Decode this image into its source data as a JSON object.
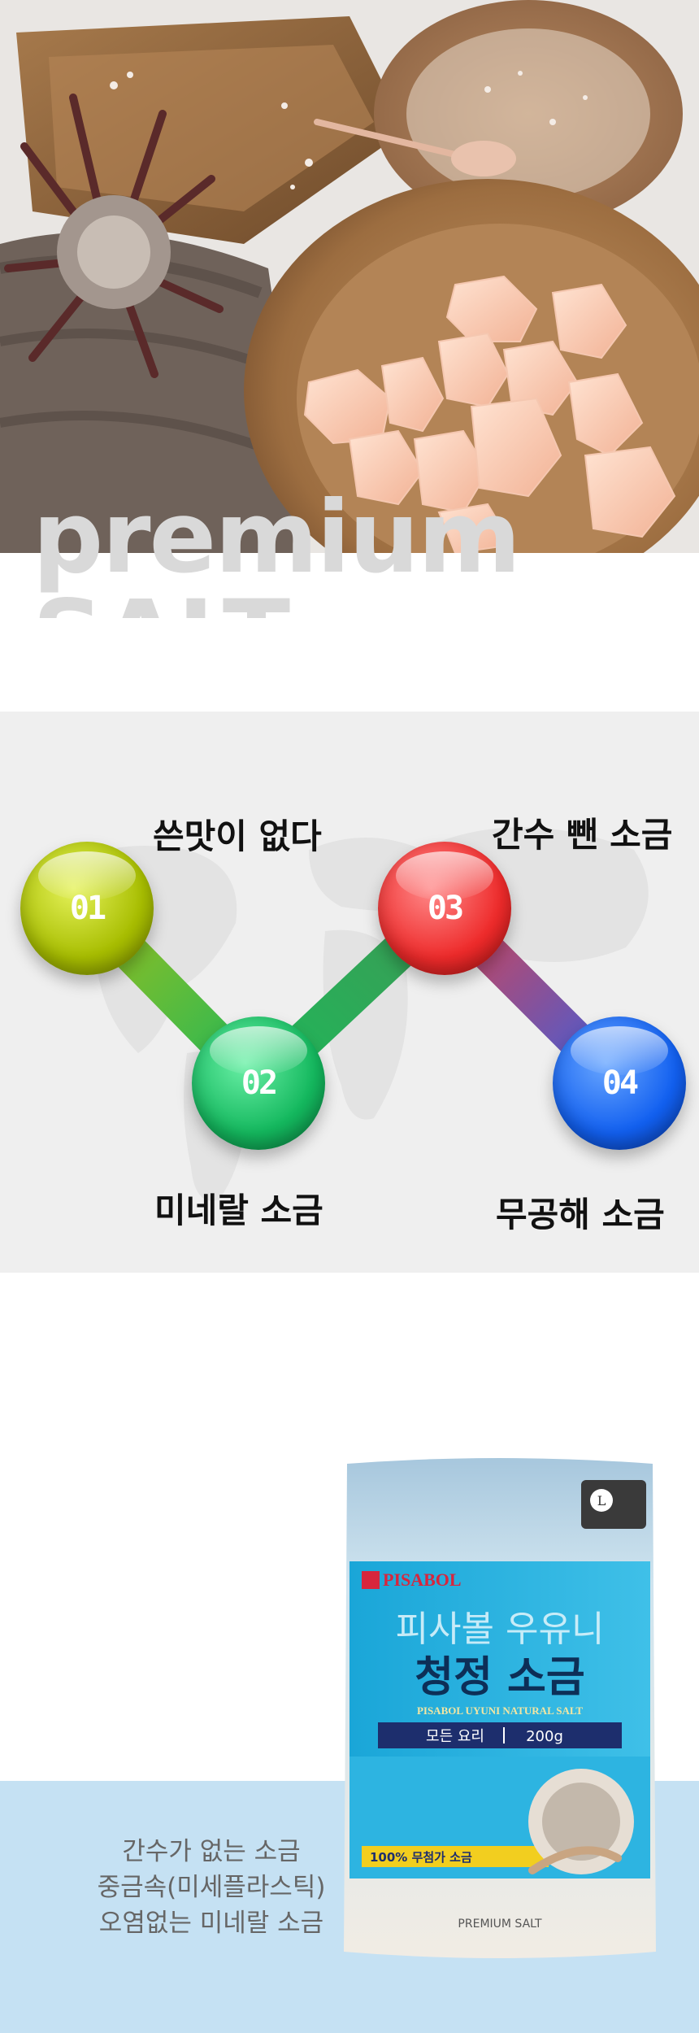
{
  "hero": {
    "title": "premium SALT"
  },
  "features": {
    "items": [
      {
        "number": "01",
        "label": "쓴맛이 없다",
        "color": "#a7bd00"
      },
      {
        "number": "02",
        "label": "미네랄 소금",
        "color": "#14b85e"
      },
      {
        "number": "03",
        "label": "간수 뺀 소금",
        "color": "#ee2b2b"
      },
      {
        "number": "04",
        "label": "무공해 소금",
        "color": "#1260f0"
      }
    ]
  },
  "product": {
    "lines": [
      "간수가 없는 소금",
      "중금속(미세플라스틱)",
      "오염없는 미네랄 소금"
    ],
    "package": {
      "brand": "PISABOL",
      "title_line1": "피사볼 우유니",
      "title_line2": "청정 소금",
      "subtitle": "PISABOL UYUNI NATURAL SALT",
      "usage": "모든 요리",
      "weight": "200g",
      "badge": "100% 무첨가 소금",
      "footer": "PREMIUM SALT"
    }
  },
  "colors": {
    "band": "#c5e1f3",
    "features_bg": "#efefef",
    "hero_title": "#d9d9d9"
  }
}
